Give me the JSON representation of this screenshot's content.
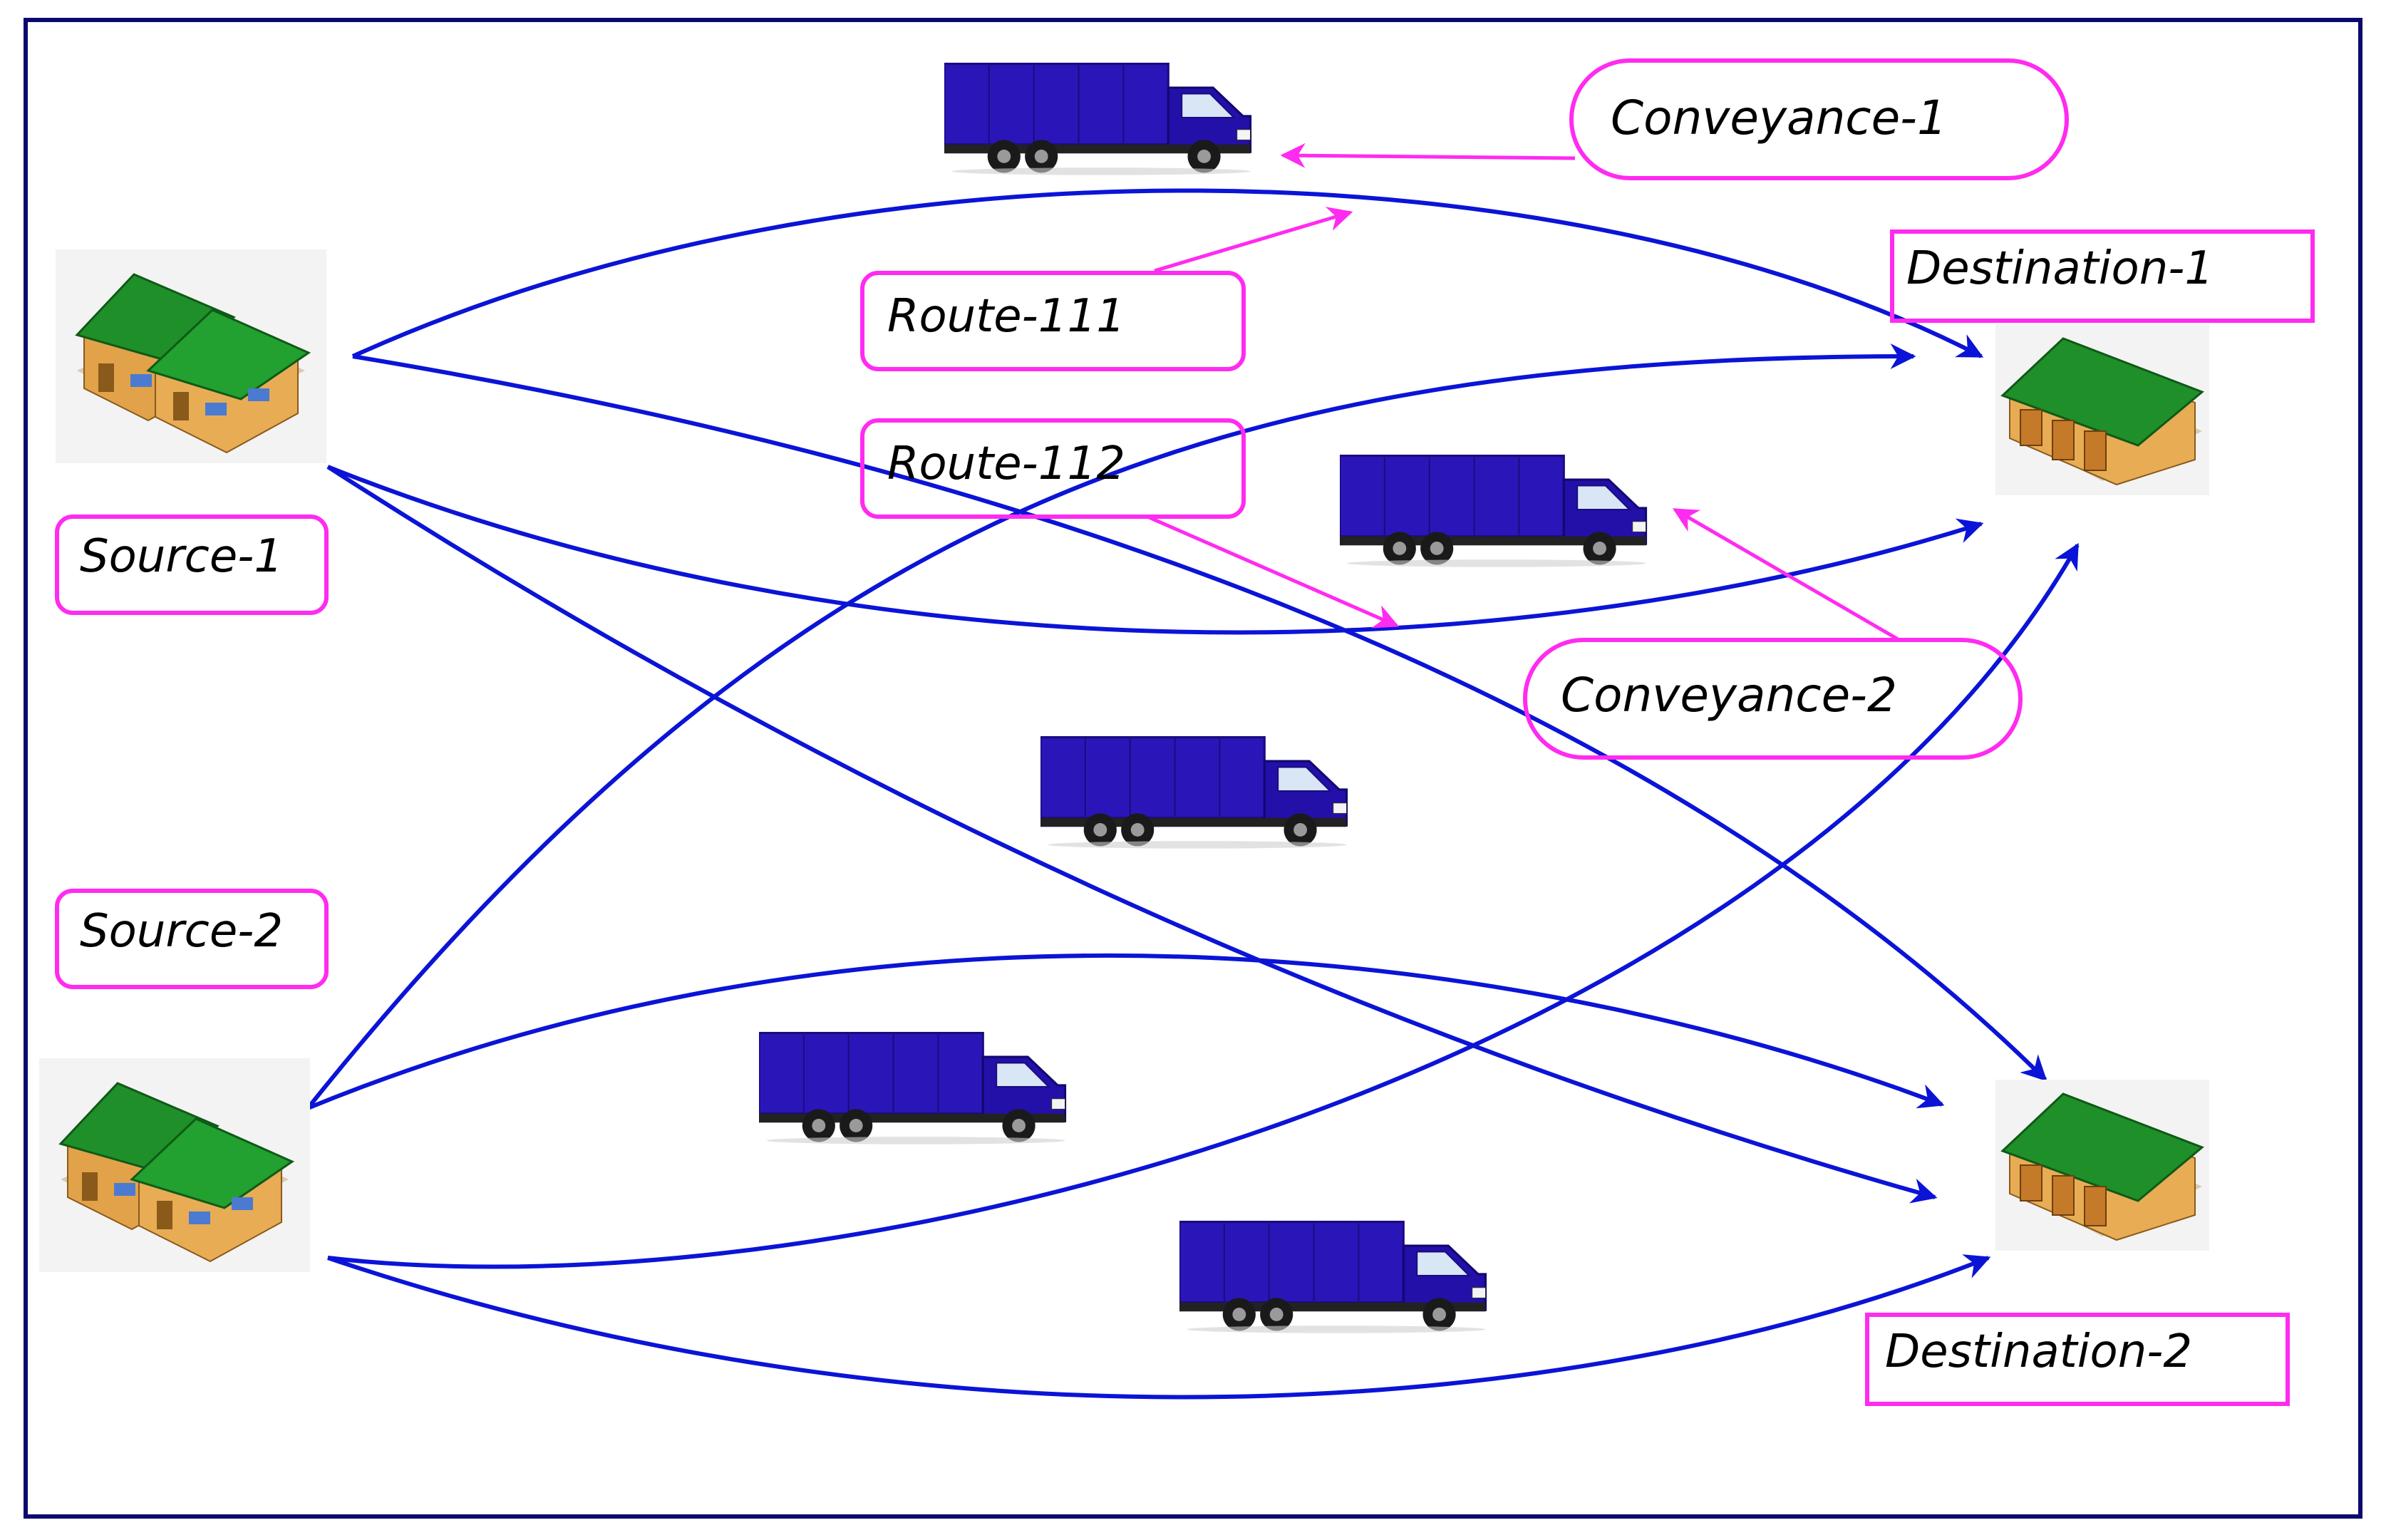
{
  "colors": {
    "frame": "#0a0a6e",
    "route": "#0b14d6",
    "label_border": "#ff2bf0",
    "callout": "#ff2bf0",
    "truck_body": "#2a16b8",
    "truck_cab": "#2210a8",
    "roof": "#1f8f2a",
    "wall": "#e2a24a"
  },
  "labels": {
    "conveyance_1": "Conveyance-1",
    "conveyance_2": "Conveyance-2",
    "destination_1": "Destination-1",
    "destination_2": "Destination-2",
    "route_111": "Route-111",
    "route_112": "Route-112",
    "source_1": "Source-1",
    "source_2": "Source-2"
  },
  "icons": {
    "source_warehouse": "warehouse-icon",
    "destination_depot": "garage-icon",
    "conveyance": "truck-icon"
  }
}
